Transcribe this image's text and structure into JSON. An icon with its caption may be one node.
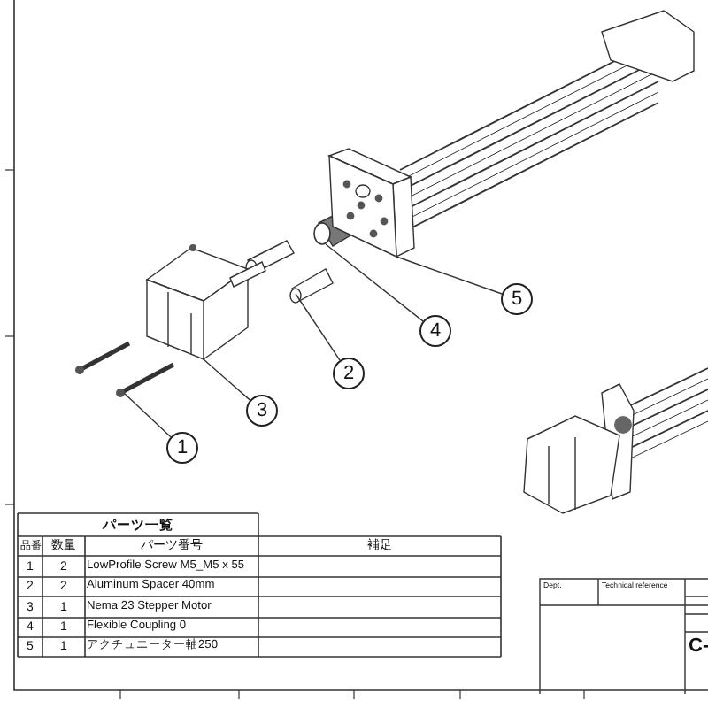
{
  "diagram": {
    "nodes": [
      {
        "text": [
          "1"
        ]
      },
      {
        "text": [
          "2"
        ]
      },
      {
        "text": [
          "3"
        ]
      },
      {
        "text": [
          "4"
        ]
      },
      {
        "text": [
          "5"
        ]
      },
      {
        "text": [],
        "shape": "picture"
      },
      {
        "text": [],
        "shape": "picture"
      },
      {
        "text": [],
        "shape": "picture"
      },
      {
        "text": [],
        "shape": "picture"
      },
      {
        "text": [],
        "shape": "picture"
      }
    ],
    "edges": [
      {
        "from": 0,
        "to": 5,
        "arrow": "none"
      },
      {
        "from": 1,
        "to": 6,
        "arrow": "none"
      },
      {
        "from": 2,
        "to": 7,
        "arrow": "none"
      },
      {
        "from": 3,
        "to": 8,
        "arrow": "none"
      },
      {
        "from": 4,
        "to": 9,
        "arrow": "none"
      }
    ],
    "labels": [
      "パーツ一覧",
      "品番",
      "数量",
      "パーツ番号",
      "補足",
      "1",
      "2",
      "LowProfile Screw M5_M5 x 55",
      "2",
      "2",
      "Aluminum Spacer 40mm",
      "3",
      "1",
      "Nema 23 Stepper Motor",
      "4",
      "1",
      "Flexible Coupling 0",
      "5",
      "1",
      "アクチュエーター軸250",
      "Dept.",
      "Technical reference",
      "C-"
    ]
  }
}
